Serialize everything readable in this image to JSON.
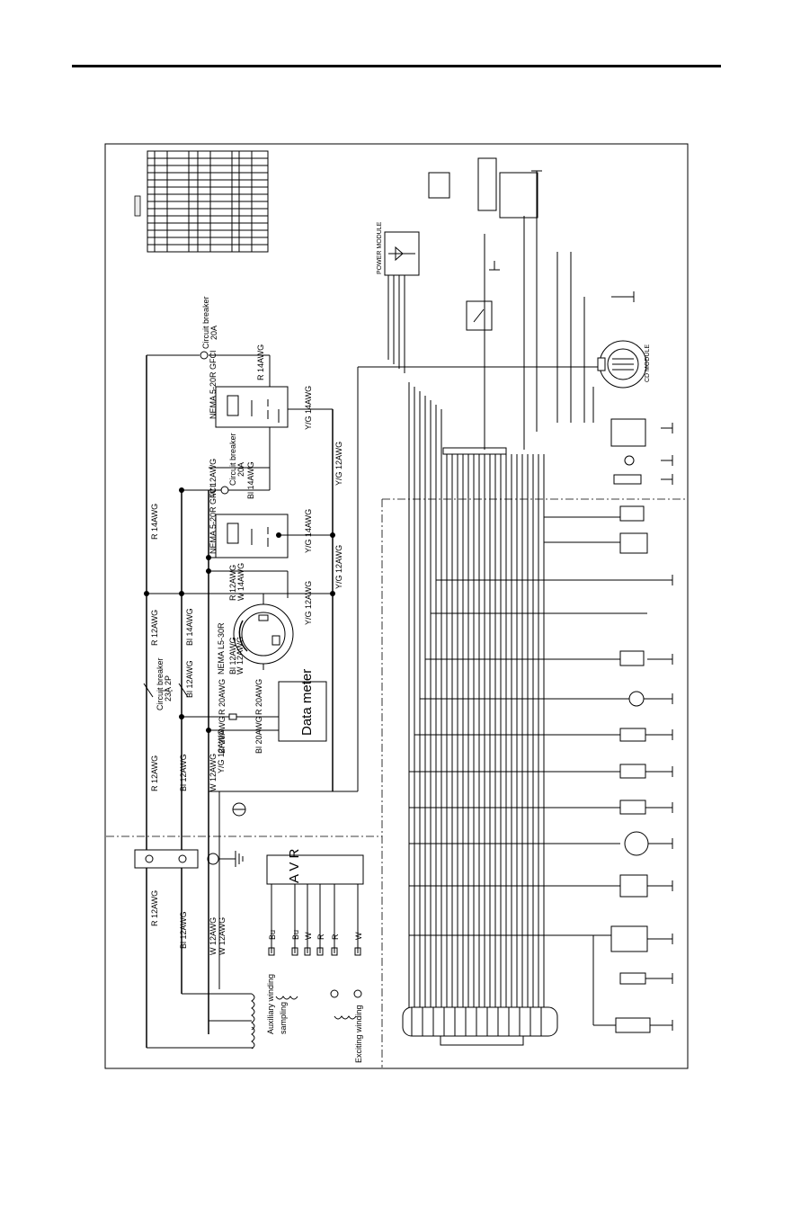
{
  "labels": {
    "cb_20a_top": "Circuit breaker",
    "cb_20a_top_rating": "20A",
    "cb_20a_mid": "Circuit breaker",
    "cb_20a_mid_rating": "20A",
    "cb_main": "Circuit breaker",
    "cb_main_rating": "23A 2P",
    "gfci_top": "NEMA 5-20R GFCI",
    "gfci_mid": "NEMA 5-20R GFCI",
    "twist_lock": "NEMA L5-30R",
    "data_meter": "Data meter",
    "avr": "A V R",
    "auxiliary_winding": "Auxiliary winding",
    "sampling": "sampling",
    "exciting_winding": "Exciting winding",
    "power_module": "POWER MODULE",
    "cd_module": "CD MODULE"
  },
  "wire_tags": {
    "r12": "R 12AWG",
    "r14": "R 14AWG",
    "bl12": "Bl 12AWG",
    "bl14": "Bl 14AWG",
    "w12": "W 12AWG",
    "w14": "W 14AWG",
    "yg12": "Y/G 12AWG",
    "yg14": "Y/G 14AWG",
    "r20": "R 20AWG",
    "bl20": "Bl 20AWG"
  },
  "avr_taps": [
    "Bu",
    "Bu",
    "W",
    "R",
    "R",
    "W"
  ]
}
